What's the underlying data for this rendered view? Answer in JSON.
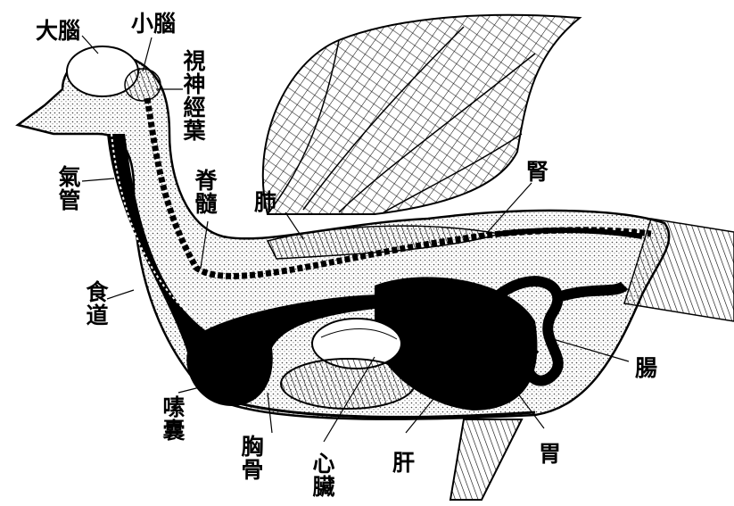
{
  "colors": {
    "ink": "#000000",
    "paper": "#ffffff",
    "stipple": "#555555"
  },
  "labels": {
    "cerebrum": "大腦",
    "cerebellum": "小腦",
    "optic_lobe": "視神經葉",
    "trachea": "氣管",
    "spinal_cord": "脊髓",
    "lung": "肺",
    "kidney": "腎",
    "esophagus": "食道",
    "crop": "嗉囊",
    "sternum": "胸骨",
    "heart": "心臟",
    "liver": "肝",
    "stomach": "胃",
    "intestine": "腸"
  }
}
